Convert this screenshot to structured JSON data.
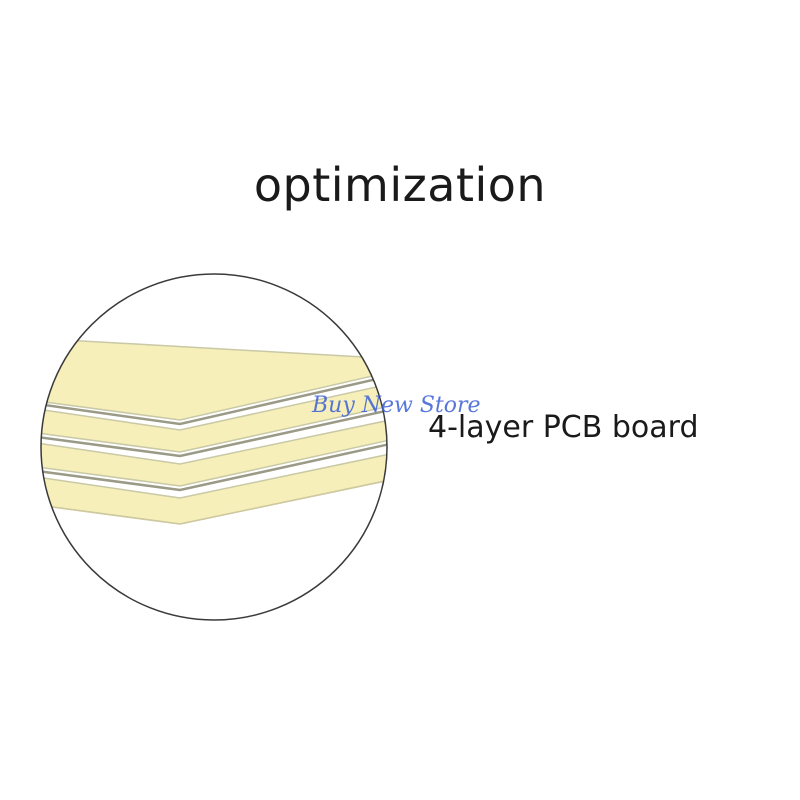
{
  "title": "optimization",
  "label": "4-layer PCB board",
  "watermark": "Buy New Store",
  "colors": {
    "layer_fill": "#f7efba",
    "layer_edge": "#c9c9a6",
    "circle_stroke": "#3a3a3a",
    "text": "#1a1a1a",
    "watermark": "#3a5fd6"
  },
  "layers": 4
}
